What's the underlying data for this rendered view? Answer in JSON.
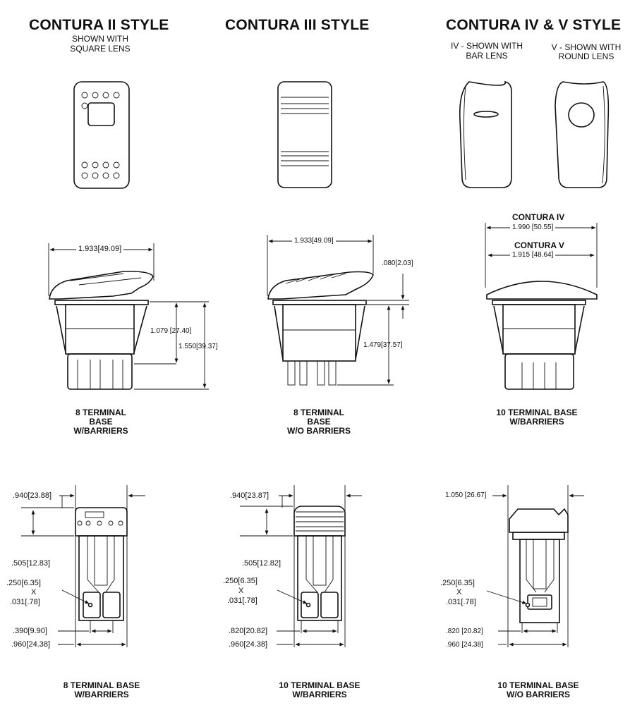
{
  "headers": {
    "contura2": {
      "title": "CONTURA II STYLE",
      "sub1": "SHOWN WITH",
      "sub2": "SQUARE LENS"
    },
    "contura3": {
      "title": "CONTURA III STYLE"
    },
    "contura45": {
      "title": "CONTURA IV & V STYLE",
      "iv_sub1": "IV - SHOWN WITH",
      "iv_sub2": "BAR LENS",
      "v_sub1": "V - SHOWN WITH",
      "v_sub2": "ROUND LENS"
    }
  },
  "side_views": {
    "c2": {
      "width_dim": "1.933[49.09]",
      "dim_a": "1.079 [27.40]",
      "dim_b": "1.550[39.37]",
      "caption": [
        "8 TERMINAL",
        "BASE",
        "W/BARRIERS"
      ]
    },
    "c3": {
      "width_dim": "1.933[49.09]",
      "dim_top": ".080[2.03]",
      "dim_b": "1.479[37.57]",
      "caption": [
        "8 TERMINAL",
        "BASE",
        "W/O BARRIERS"
      ]
    },
    "c45": {
      "iv_label": "CONTURA IV",
      "iv_dim": "1.990 [50.55]",
      "v_label": "CONTURA V",
      "v_dim": "1.915 [48.64]",
      "caption": [
        "10 TERMINAL BASE",
        "W/BARRIERS"
      ]
    }
  },
  "end_views": {
    "c2": {
      "width": ".940[23.88]",
      "height": ".505[12.83]",
      "hole1": ".250[6.35]",
      "x": "X",
      "hole2": ".031[.78]",
      "spacing": ".390[9.90]",
      "base": ".960[24.38]",
      "caption": [
        "8 TERMINAL BASE",
        "W/BARRIERS"
      ]
    },
    "c3": {
      "width": ".940[23.87]",
      "height": ".505[12.82]",
      "hole1": ".250[6.35]",
      "x": "X",
      "hole2": ".031[.78]",
      "spacing": ".820[20.82]",
      "base": ".960[24.38]",
      "caption": [
        "10 TERMINAL BASE",
        "W/BARRIERS"
      ]
    },
    "c45": {
      "width": "1.050 [26.67]",
      "hole1": ".250[6.35]",
      "x": "X",
      "hole2": ".031[.78]",
      "spacing": ".820 [20.82]",
      "base": ".960 [24.38]",
      "caption": [
        "10 TERMINAL BASE",
        "W/O BARRIERS"
      ]
    }
  }
}
